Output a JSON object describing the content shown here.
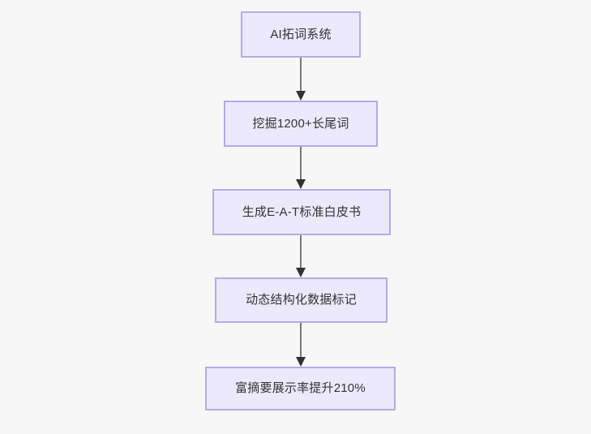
{
  "diagram": {
    "type": "flowchart",
    "direction": "top-to-bottom",
    "background_color": "#f7f7f8",
    "node_fill_color": "#ece9fc",
    "node_border_color": "#b9a9e3",
    "edge_line_color": "#7a7a7a",
    "edge_arrow_color": "#333333",
    "text_color": "#333333",
    "nodes": [
      {
        "id": "n0",
        "label": "AI拓词系统"
      },
      {
        "id": "n1",
        "label": "挖掘1200+长尾词"
      },
      {
        "id": "n2",
        "label": "生成E-A-T标准白皮书"
      },
      {
        "id": "n3",
        "label": "动态结构化数据标记"
      },
      {
        "id": "n4",
        "label": "富摘要展示率提升210%"
      }
    ],
    "edges": [
      {
        "from": "n0",
        "to": "n1",
        "label": ""
      },
      {
        "from": "n1",
        "to": "n2",
        "label": ""
      },
      {
        "from": "n2",
        "to": "n3",
        "label": ""
      },
      {
        "from": "n3",
        "to": "n4",
        "label": ""
      }
    ]
  }
}
